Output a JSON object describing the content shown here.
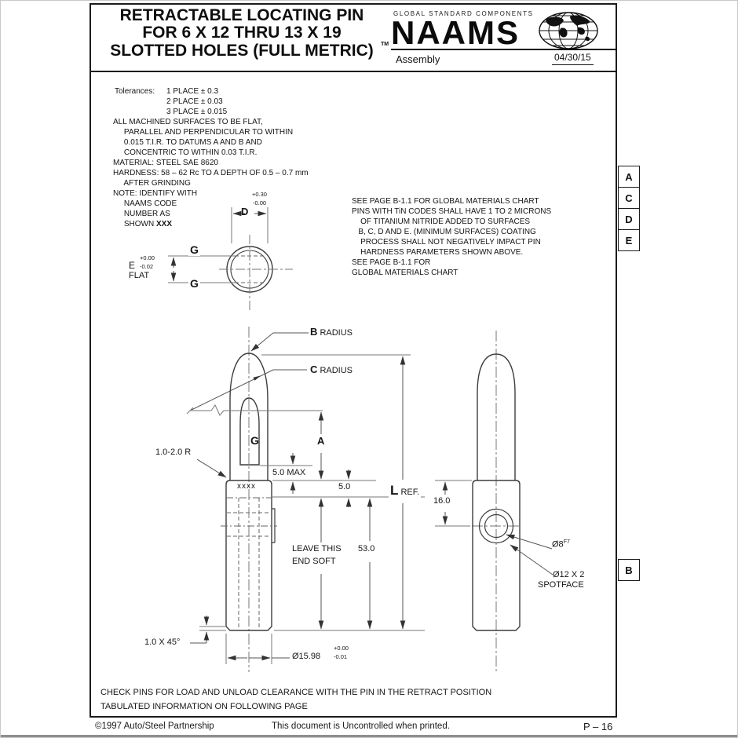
{
  "header": {
    "title_lines": [
      "RETRACTABLE LOCATING PIN",
      "FOR 6 X 12 THRU 13 X 19",
      "SLOTTED HOLES (FULL METRIC)"
    ],
    "trademark": "TM",
    "brand_tagline": "GLOBAL STANDARD COMPONENTS",
    "brand_name": "NAAMS",
    "brand_subtitle": "Assembly",
    "date": "04/30/15"
  },
  "notes": {
    "tolerance_label": "Tolerances:",
    "tolerance_lines": [
      "1 PLACE ± 0.3",
      "2 PLACE ± 0.03",
      "3 PLACE ± 0.015"
    ],
    "spec_lines": [
      "ALL MACHINED SURFACES TO BE FLAT,",
      "     PARALLEL AND PERPENDICULAR TO WITHIN",
      "     0.015 T.I.R. TO DATUMS A AND B AND",
      "     CONCENTRIC TO WITHIN 0.03 T.I.R.",
      "MATERIAL: STEEL SAE 8620",
      "HARDNESS: 58 – 62 Rc TO A DEPTH OF 0.5 – 0.7 mm",
      "     AFTER GRINDING",
      "NOTE: IDENTIFY WITH",
      "     NAAMS CODE",
      "     NUMBER AS"
    ],
    "spec_last_prefix": "     SHOWN ",
    "spec_last_bold": "XXX",
    "tin_lines": [
      "SEE PAGE B-1.1 FOR GLOBAL MATERIALS CHART",
      "PINS WITH TiN CODES SHALL HAVE 1 TO 2 MICRONS",
      "    OF TITANIUM NITRIDE ADDED TO SURFACES",
      "   B, C, D AND E. (MINIMUM SURFACES) COATING",
      "    PROCESS SHALL NOT NEGATIVELY IMPACT PIN",
      "    HARDNESS PARAMETERS SHOWN ABOVE.",
      "SEE PAGE B-1.1 FOR",
      "GLOBAL MATERIALS CHART"
    ],
    "bottom_lines": [
      "CHECK PINS FOR LOAD AND UNLOAD CLEARANCE WITH THE PIN IN THE RETRACT POSITION",
      "TABULATED INFORMATION ON FOLLOWING PAGE"
    ]
  },
  "datums": {
    "boxes": [
      "A",
      "C",
      "D",
      "E"
    ],
    "datum_b": "B"
  },
  "detail_view": {
    "dim_d": "D",
    "d_tol_plus": "+0.30",
    "d_tol_minus": "-0.00",
    "g_top": "G",
    "g_bottom": "G",
    "e_label": "E",
    "e_tol_plus": "+0.00",
    "e_tol_minus": "-0.02",
    "flat_label": "FLAT"
  },
  "front_view": {
    "b_letter": "B",
    "b_word": "RADIUS",
    "c_letter": "C",
    "c_word": "RADIUS",
    "g_label": "G",
    "a_label": "A",
    "corner_radius": "1.0-2.0 R",
    "id_mark": "xxxx",
    "dim_5max": "5.0 MAX",
    "dim_5": "5.0",
    "dim_53": "53.0",
    "l_letter": "L",
    "l_word": "REF.",
    "leave_1": "LEAVE THIS",
    "leave_2": "END SOFT",
    "chamfer": "1.0 X 45°",
    "dia": "Ø15.98",
    "dia_tol_plus": "+0.00",
    "dia_tol_minus": "-0.01"
  },
  "side_view": {
    "dim_16": "16.0",
    "dia8": "Ø8",
    "dia8_fit": "F7",
    "dia12": "Ø12 X 2",
    "spotface": "SPOTFACE"
  },
  "footer": {
    "copyright": "©1997 Auto/Steel Partnership",
    "center_note": "This document is Uncontrolled when printed.",
    "page": "P – 16"
  }
}
